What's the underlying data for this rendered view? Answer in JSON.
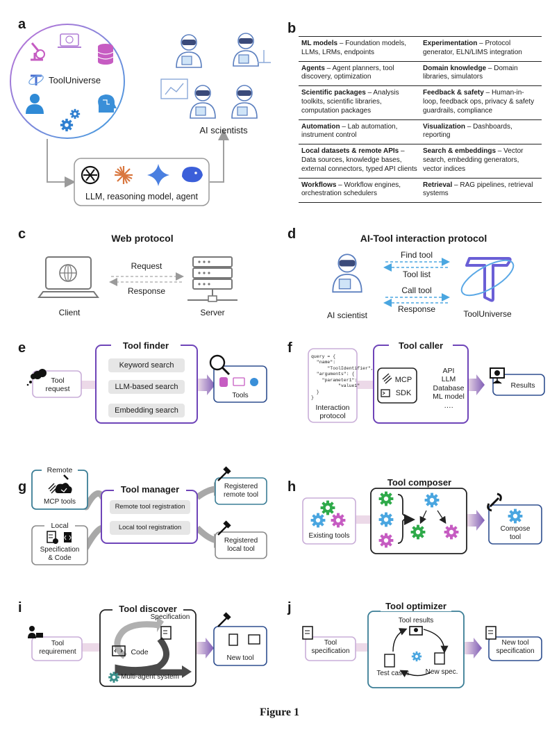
{
  "panels": {
    "a": {
      "label": "a",
      "tooluniverse": "ToolUniverse",
      "ai_scientists": "AI scientists",
      "llm_caption": "LLM, reasoning model, agent"
    },
    "b": {
      "label": "b",
      "rows": [
        [
          {
            "head": "ML models",
            "text": " – Foundation models, LLMs, LRMs, endpoints"
          },
          {
            "head": "Experimentation",
            "text": " – Protocol generator, ELN/LIMS integration"
          }
        ],
        [
          {
            "head": "Agents",
            "text": " – Agent planners, tool discovery, optimization"
          },
          {
            "head": "Domain knowledge",
            "text": " – Domain libraries, simulators"
          }
        ],
        [
          {
            "head": "Scientific packages",
            "text": " – Analysis toolkits, scientific libraries, computation packages"
          },
          {
            "head": "Feedback & safety",
            "text": " – Human-in-loop, feedback ops, privacy & safety guardrails, compliance"
          }
        ],
        [
          {
            "head": "Automation",
            "text": " – Lab automation, instrument control"
          },
          {
            "head": "Visualization",
            "text": " – Dashboards, reporting"
          }
        ],
        [
          {
            "head": "Local datasets & remote APIs",
            "text": " – Data sources, knowledge bases, external connectors, typed API clients"
          },
          {
            "head": "Search & embeddings",
            "text": " – Vector search, embedding generators, vector indices"
          }
        ],
        [
          {
            "head": "Workflows",
            "text": " – Workflow engines, orchestration schedulers"
          },
          {
            "head": "Retrieval",
            "text": " – RAG pipelines, retrieval systems"
          }
        ]
      ]
    },
    "c": {
      "label": "c",
      "title": "Web protocol",
      "request": "Request",
      "response": "Response",
      "client": "Client",
      "server": "Server"
    },
    "d": {
      "label": "d",
      "title": "AI-Tool interaction protocol",
      "find_tool": "Find tool",
      "tool_list": "Tool list",
      "call_tool": "Call tool",
      "response": "Response",
      "ai_scientist": "AI scientist",
      "tooluniverse": "ToolUniverse"
    },
    "e": {
      "label": "e",
      "title": "Tool finder",
      "tool_request": "Tool\nrequest",
      "methods": [
        "Keyword search",
        "LLM-based search",
        "Embedding search"
      ],
      "tools": "Tools"
    },
    "f": {
      "label": "f",
      "title": "Tool caller",
      "code": "query = {\n  \"name\":\n      \"ToolIdentifier\",\n  \"arguments\": {\n    \"parameter1\":\n          \"value1\"\n  }\n}",
      "interaction_protocol": "Interaction\nprotocol",
      "mcp": "MCP",
      "sdk": "SDK",
      "targets": [
        "API",
        "LLM",
        "Database",
        "ML model",
        "…."
      ],
      "results": "Results"
    },
    "g": {
      "label": "g",
      "title": "Tool manager",
      "remote": "Remote",
      "mcp_tools": "MCP tools",
      "local": "Local",
      "spec_code": "Specification\n& Code",
      "remote_reg": "Remote tool registration",
      "local_reg": "Local tool registration",
      "registered_remote": "Registered\nremote tool",
      "registered_local": "Registered\nlocal tool"
    },
    "h": {
      "label": "h",
      "title": "Tool composer",
      "existing_tools": "Existing tools",
      "compose_tool": "Compose\ntool"
    },
    "i": {
      "label": "i",
      "title": "Tool discover",
      "tool_requirement": "Tool\nrequirement",
      "specification": "Specification",
      "code": "Code",
      "multi_agent": "Multi-agent system",
      "new_tool": "New tool"
    },
    "j": {
      "label": "j",
      "title": "Tool optimizer",
      "tool_specification": "Tool\nspecification",
      "tool_results": "Tool results",
      "test_cases": "Test cases",
      "new_spec": "New spec.",
      "new_tool_spec": "New tool\nspecification"
    }
  },
  "caption": "Figure 1",
  "colors": {
    "purple": "#6e44b8",
    "blue": "#2f6fb3",
    "teal": "#3a7d95",
    "gradient_start": "#a66fd4",
    "gradient_end": "#4aa6e0",
    "arrow_light": "#e3cfe3",
    "arrow_dark": "#7a5ab3",
    "gear_green": "#2faa4a",
    "gear_blue": "#4aa6e0",
    "gear_pink": "#c65cc2"
  }
}
